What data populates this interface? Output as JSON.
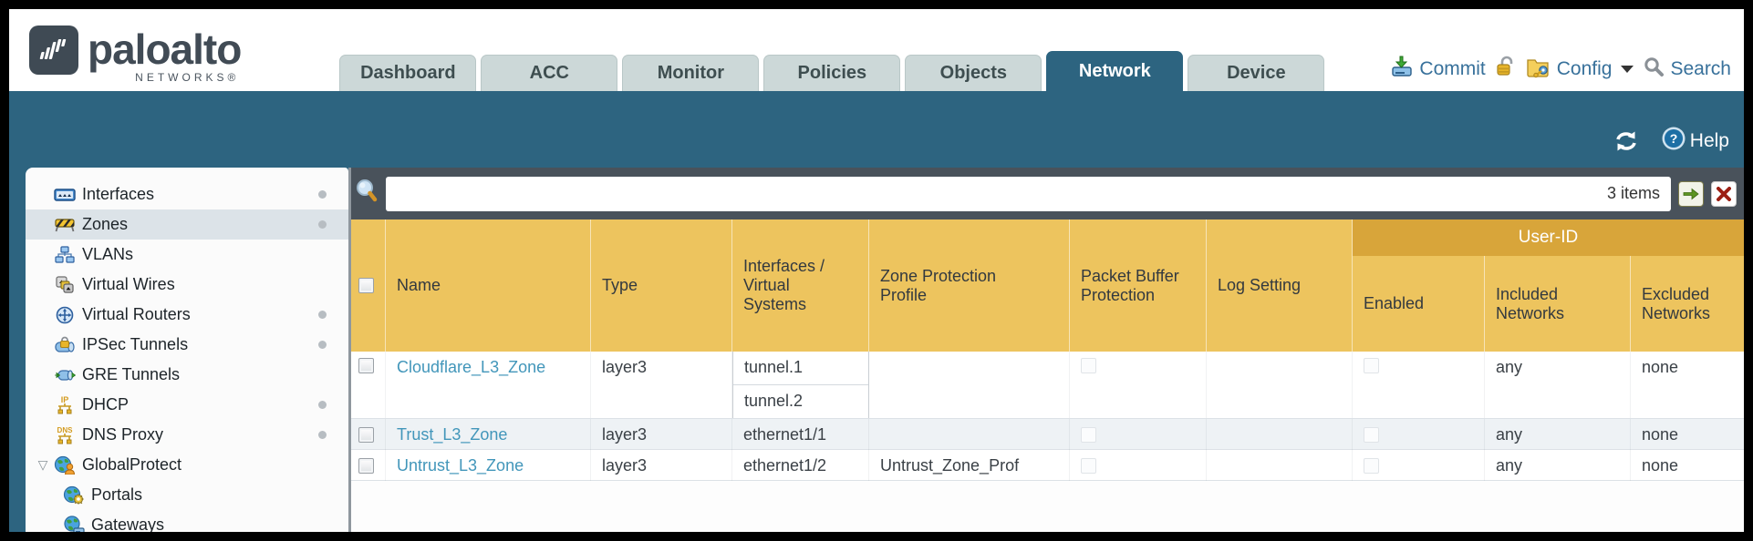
{
  "brand": {
    "name": "paloalto",
    "sub": "NETWORKS®"
  },
  "nav": {
    "tabs": [
      "Dashboard",
      "ACC",
      "Monitor",
      "Policies",
      "Objects",
      "Network",
      "Device"
    ],
    "active_tab": "Network"
  },
  "utility": {
    "commit": "Commit",
    "config": "Config",
    "search": "Search"
  },
  "band": {
    "help": "Help"
  },
  "toolbar": {
    "items_count": "3 items"
  },
  "sidebar": {
    "items": [
      {
        "label": "Interfaces"
      },
      {
        "label": "Zones"
      },
      {
        "label": "VLANs"
      },
      {
        "label": "Virtual Wires"
      },
      {
        "label": "Virtual Routers"
      },
      {
        "label": "IPSec Tunnels"
      },
      {
        "label": "GRE Tunnels"
      },
      {
        "label": "DHCP"
      },
      {
        "label": "DNS Proxy"
      },
      {
        "label": "GlobalProtect"
      },
      {
        "label": "Portals"
      },
      {
        "label": "Gateways"
      }
    ],
    "selected": "Zones"
  },
  "table": {
    "group_header": "User-ID",
    "columns": [
      "Name",
      "Type",
      "Interfaces / Virtual Systems",
      "Zone Protection Profile",
      "Packet Buffer Protection",
      "Log Setting",
      "Enabled",
      "Included Networks",
      "Excluded Networks"
    ],
    "columns_split": {
      "c2a": "Interfaces /",
      "c2b": "Virtual",
      "c2c": "Systems",
      "c3a": "Zone Protection",
      "c3b": "Profile",
      "c4a": "Packet Buffer",
      "c4b": "Protection",
      "c7a": "Included",
      "c7b": "Networks",
      "c8a": "Excluded",
      "c8b": "Networks"
    },
    "rows": [
      {
        "name": "Cloudflare_L3_Zone",
        "type": "layer3",
        "interfaces": [
          "tunnel.1",
          "tunnel.2"
        ],
        "zone_protection_profile": "",
        "log_setting": "",
        "included_networks": "any",
        "excluded_networks": "none"
      },
      {
        "name": "Trust_L3_Zone",
        "type": "layer3",
        "interfaces": [
          "ethernet1/1"
        ],
        "zone_protection_profile": "",
        "log_setting": "",
        "included_networks": "any",
        "excluded_networks": "none"
      },
      {
        "name": "Untrust_L3_Zone",
        "type": "layer3",
        "interfaces": [
          "ethernet1/2"
        ],
        "zone_protection_profile": "Untrust_Zone_Prof",
        "log_setting": "",
        "included_networks": "any",
        "excluded_networks": "none"
      }
    ]
  },
  "colors": {
    "teal_band": "#2d6480",
    "toolbar_dark": "#49525b",
    "header_amber": "#edc45e",
    "user_id_band": "#d8a53a",
    "link_blue": "#4296ba",
    "tab_inactive": "#ccd8d8",
    "row_alt": "#eef2f5"
  }
}
